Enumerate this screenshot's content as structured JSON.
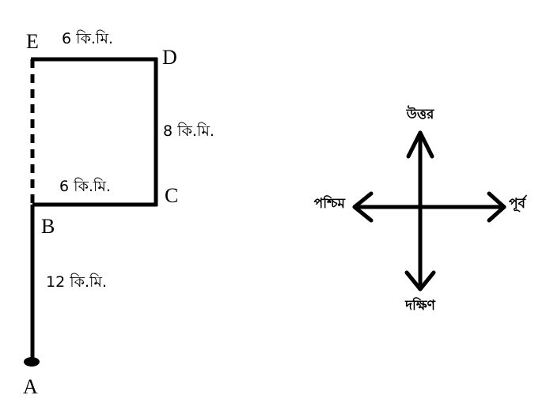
{
  "points": {
    "A": "A",
    "B": "B",
    "C": "C",
    "D": "D",
    "E": "E"
  },
  "distances": {
    "ab": "12 কি.মি.",
    "bc": "6 কি.মি.",
    "cd": "8 কি.মি.",
    "de": "6 কি.মি."
  },
  "compass": {
    "north": "উত্তর",
    "south": "দক্ষিণ",
    "east": "পূর্ব",
    "west": "পশ্চিম"
  }
}
